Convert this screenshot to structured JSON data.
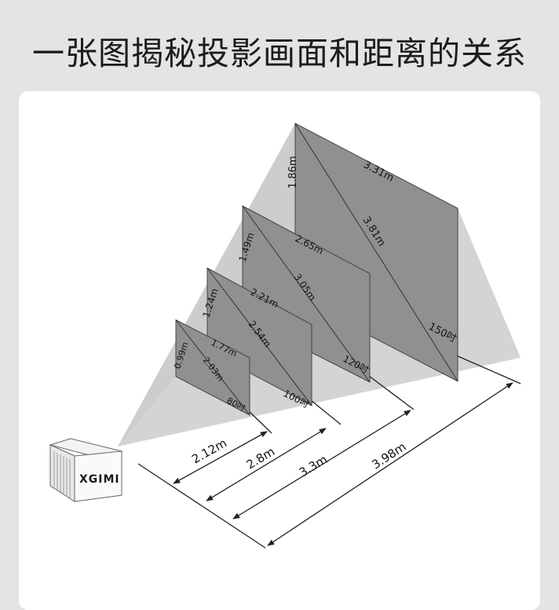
{
  "title": "一张图揭秘投影画面和距离的关系",
  "brand": "XGIMI",
  "colors": {
    "screen_fill": "#8f8f8f",
    "beam_fill": "#d4d4d4",
    "line": "#222222"
  },
  "screens": [
    {
      "size_label": "80吋",
      "width_label": "1.77m",
      "height_label": "0.99m",
      "diagonal_label": "2.03m",
      "distance_label": "2.12m"
    },
    {
      "size_label": "100吋",
      "width_label": "2.21m",
      "height_label": "1.24m",
      "diagonal_label": "2.54m",
      "distance_label": "2.8m"
    },
    {
      "size_label": "120吋",
      "width_label": "2.65m",
      "height_label": "1.49m",
      "diagonal_label": "3.05m",
      "distance_label": "3.3m"
    },
    {
      "size_label": "150吋",
      "width_label": "3.31m",
      "height_label": "1.86m",
      "diagonal_label": "3.81m",
      "distance_label": "3.98m"
    }
  ]
}
